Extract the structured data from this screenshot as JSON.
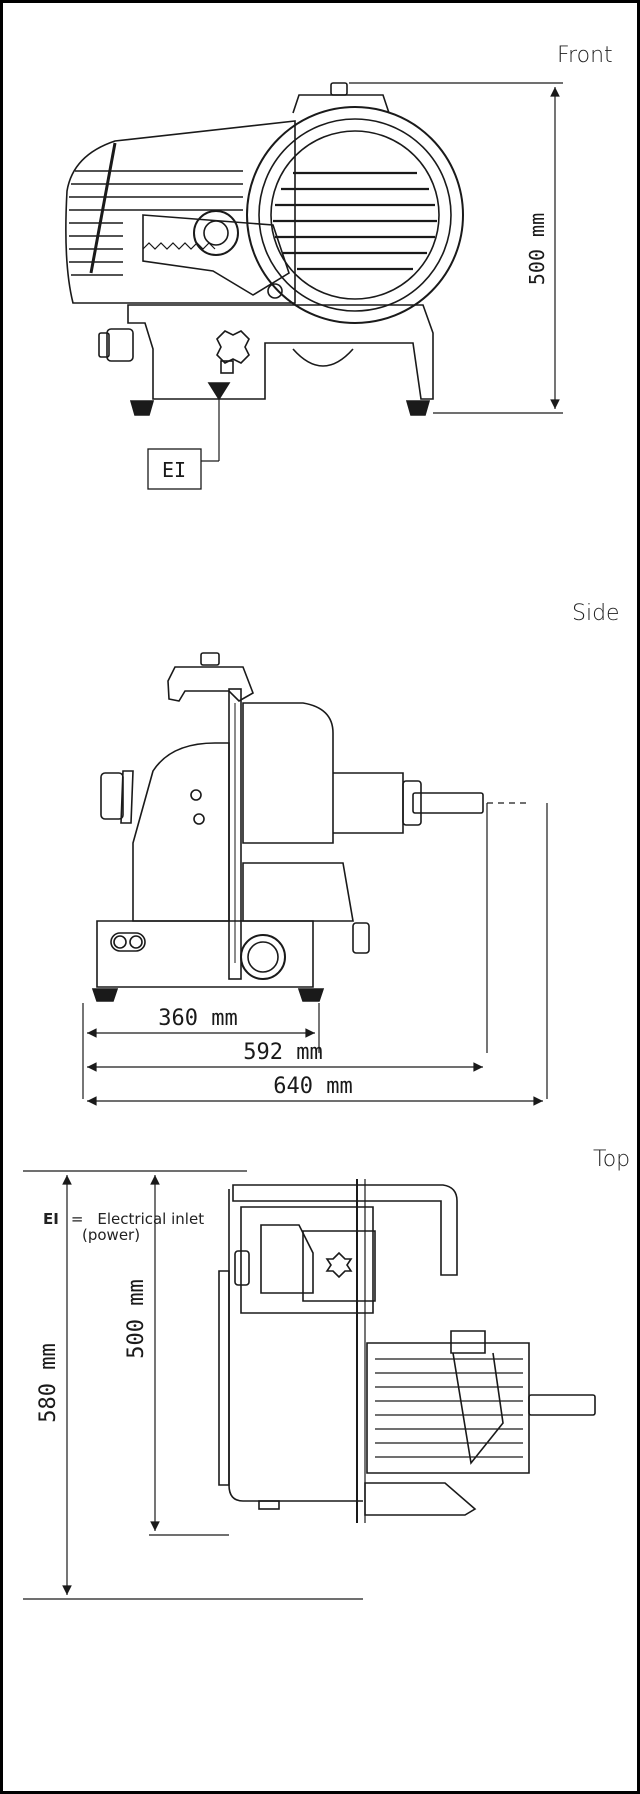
{
  "views": {
    "front": {
      "label": "Front",
      "dimension": "500 mm",
      "marker": "EI"
    },
    "side": {
      "label": "Side",
      "dimensions": [
        "360 mm",
        "592 mm",
        "640 mm"
      ]
    },
    "top": {
      "label": "Top",
      "dimension_outer": "580 mm",
      "dimension_inner": "500 mm"
    }
  },
  "legend": {
    "code": "EI",
    "separator": "=",
    "text": "Electrical inlet",
    "sub": "(power)"
  },
  "colors": {
    "line": "#1a1a1a",
    "frame": "#000000"
  }
}
